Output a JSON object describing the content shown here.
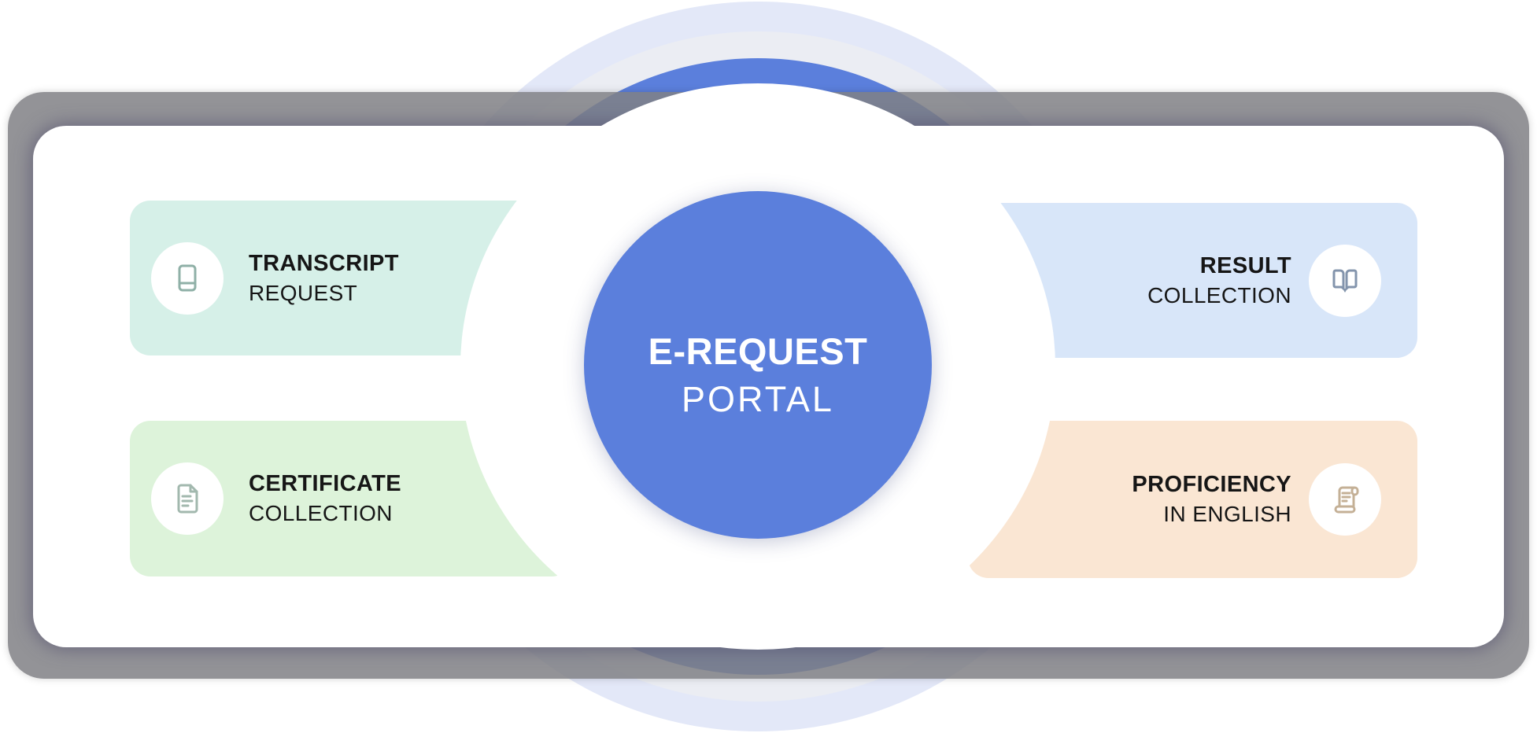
{
  "portal": {
    "title_line1": "E-REQUEST",
    "title_line2": "PORTAL"
  },
  "services": [
    {
      "id": "transcript-request",
      "line1": "TRANSCRIPT",
      "line2": "REQUEST",
      "icon": "book-icon",
      "tile_color": "#D6F0E8",
      "icon_color": "#8FB0A7",
      "side": "left"
    },
    {
      "id": "certificate-collection",
      "line1": "CERTIFICATE",
      "line2": "COLLECTION",
      "icon": "document-icon",
      "tile_color": "#DDF3DA",
      "icon_color": "#A2B8AE",
      "side": "left"
    },
    {
      "id": "result-collection",
      "line1": "RESULT",
      "line2": "COLLECTION",
      "icon": "open-book-icon",
      "tile_color": "#D8E6F9",
      "icon_color": "#8394AC",
      "side": "right"
    },
    {
      "id": "proficiency-in-english",
      "line1": "PROFICIENCY",
      "line2": "IN ENGLISH",
      "icon": "scroll-icon",
      "tile_color": "#FAE6D3",
      "icon_color": "#C4B096",
      "side": "right"
    }
  ],
  "colors": {
    "primary_blue": "#5B7FDC",
    "ring_lavender": "#E3E8F8",
    "ring_gray": "#EBEDF3",
    "frame_gray": "#9B9B9E",
    "card_white": "#FFFFFF",
    "text_dark": "#161616"
  }
}
